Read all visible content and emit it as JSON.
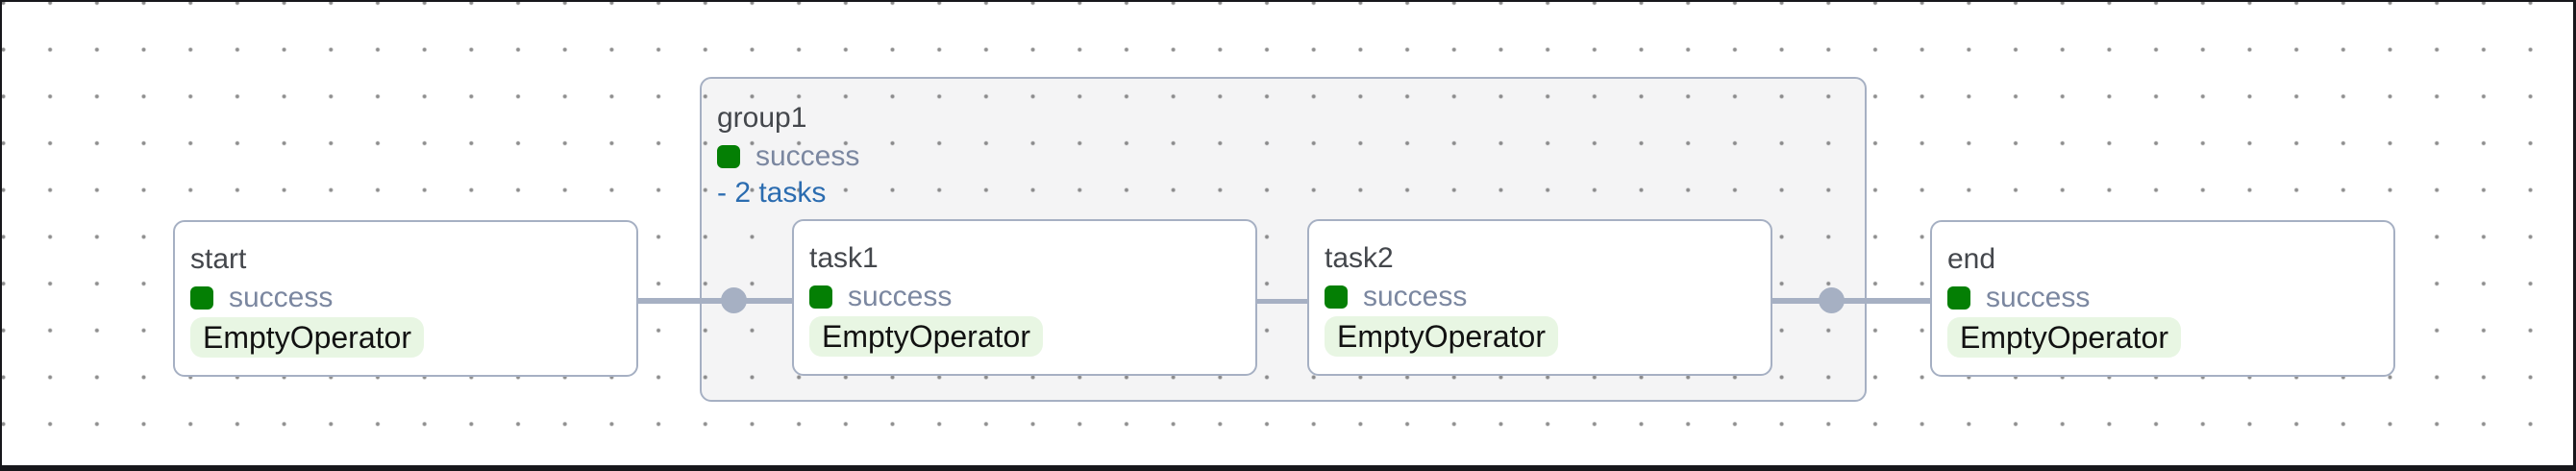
{
  "graph": {
    "nodes": {
      "start": {
        "title": "start",
        "status": "success",
        "operator": "EmptyOperator"
      },
      "task1": {
        "title": "task1",
        "status": "success",
        "operator": "EmptyOperator"
      },
      "task2": {
        "title": "task2",
        "status": "success",
        "operator": "EmptyOperator"
      },
      "end": {
        "title": "end",
        "status": "success",
        "operator": "EmptyOperator"
      }
    },
    "group1": {
      "title": "group1",
      "status": "success",
      "toggle_label": "- 2 tasks"
    }
  },
  "colors": {
    "success_green": "#047f04",
    "operator_pill_bg": "#e8f6e3",
    "node_border": "#a6b0c3",
    "edge": "#a6b0c3",
    "group_fill": "rgba(95,102,115,0.07)",
    "title_text": "#44474c",
    "status_text": "#7b87a0",
    "toggle_link_blue": "#2b6cb0",
    "grid_dot": "#8d8d8d",
    "frame_border": "#17171b",
    "canvas_bg": "#ffffff"
  }
}
